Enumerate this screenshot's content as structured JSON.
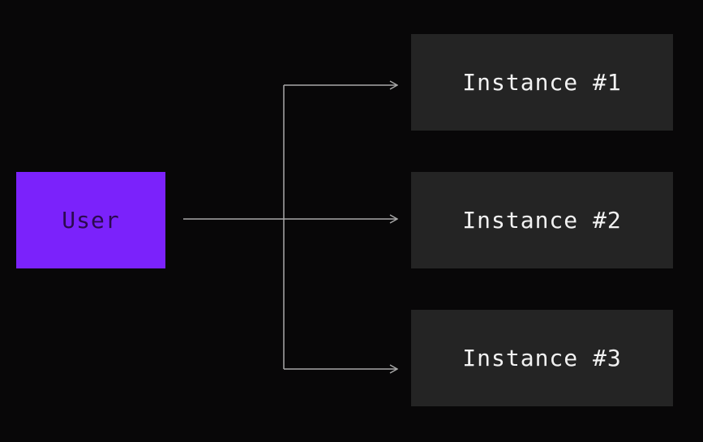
{
  "colors": {
    "background": "#080708",
    "user_fill": "#7b22fb",
    "user_text": "#2b0a4f",
    "instance_fill": "#242424",
    "instance_text": "#f2f2f2",
    "connector": "#a7a7a7"
  },
  "user": {
    "label": "User"
  },
  "instances": [
    {
      "label": "Instance #1"
    },
    {
      "label": "Instance #2"
    },
    {
      "label": "Instance #3"
    }
  ]
}
